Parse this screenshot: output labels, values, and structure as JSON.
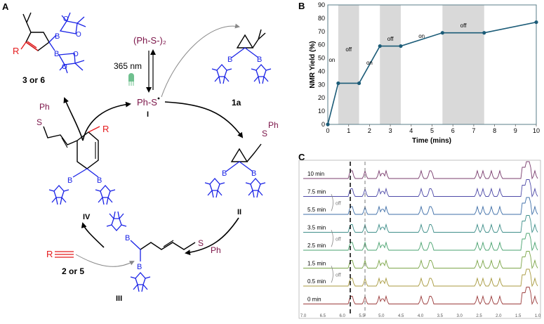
{
  "panels": {
    "a": {
      "label": "A",
      "reagent": "(Ph-S-)₂",
      "light": "365 nm",
      "radical": "Ph-S",
      "radical_id": "I",
      "substrate_id": "1a",
      "inter_ii": "II",
      "inter_iii": "III",
      "inter_iv": "IV",
      "sph_label": "S",
      "ph_label": "Ph",
      "alkyne_r": "R",
      "alkyne_cmp": "2 or 5",
      "product_r": "R",
      "product_cmp": "3 or 6",
      "boron": "B",
      "oxygen": "O"
    },
    "b": {
      "label": "B",
      "phase_labels": [
        "on",
        "off",
        "on",
        "off",
        "on",
        "off"
      ]
    },
    "c": {
      "label": "C",
      "traces": [
        "10 min",
        "7.5 min",
        "5.5 min",
        "3.5 min",
        "2.5 min",
        "1.5 min",
        "0.5 min",
        "0 min"
      ],
      "off_label": "off",
      "ppm_ticks": [
        "7.0",
        "6.5",
        "6.0",
        "5.5",
        "5.0",
        "4.5",
        "4.0",
        "3.5",
        "3.0",
        "2.5",
        "2.0",
        "1.5",
        "1.0"
      ]
    }
  },
  "colors": {
    "bond": "#000000",
    "boronate": "#1a23e6",
    "highlight": "#e41a1c",
    "sulfur": "#7b1448",
    "line": "#1c5c78",
    "shade": "#d9d9d9",
    "axis_box": "#5a7e8a"
  },
  "chart_data": {
    "type": "line",
    "xlabel": "Time (mins)",
    "ylabel": "NMR Yield (%)",
    "xlim": [
      0,
      10
    ],
    "ylim": [
      0,
      90
    ],
    "x_ticks": [
      0,
      1,
      2,
      3,
      4,
      5,
      6,
      7,
      8,
      9,
      10
    ],
    "y_ticks": [
      0,
      10,
      20,
      30,
      40,
      50,
      60,
      70,
      80,
      90
    ],
    "x": [
      0,
      0.5,
      1.5,
      2.5,
      3.5,
      5.5,
      7.5,
      10
    ],
    "y": [
      0,
      31,
      31,
      59,
      59,
      69,
      69,
      77
    ],
    "off_intervals": [
      [
        0.5,
        1.5
      ],
      [
        2.5,
        3.5
      ],
      [
        5.5,
        7.5
      ]
    ],
    "grid": false
  }
}
